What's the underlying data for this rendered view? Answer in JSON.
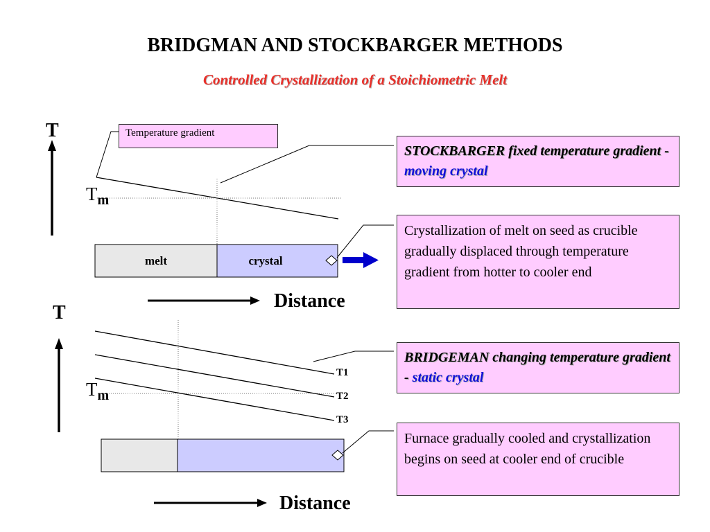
{
  "title": "BRIDGMAN AND STOCKBARGER METHODS",
  "subtitle": "Controlled Crystallization of a Stoichiometric Melt",
  "top_diagram": {
    "axis_label": "T",
    "tm_main": "T",
    "tm_sub": "m",
    "gradient_label": "Temperature gradient",
    "melt_label": "melt",
    "crystal_label": "crystal",
    "distance_label": "Distance"
  },
  "bottom_diagram": {
    "axis_label": "T",
    "tm_main": "T",
    "tm_sub": "m",
    "line_labels": [
      "T1",
      "T2",
      "T3"
    ],
    "distance_label": "Distance"
  },
  "callouts": {
    "stockbarger_prefix": "STOCKBARGER fixed temperature gradient - ",
    "stockbarger_highlight": "moving crystal",
    "stockbarger_desc": "Crystallization of melt on seed as crucible gradually displaced through temperature gradient from hotter to cooler end",
    "bridgeman_prefix": "BRIDGEMAN changing temperature gradient - ",
    "bridgeman_highlight": "static crystal",
    "bridgeman_desc": "Furnace gradually cooled and crystallization begins on seed at cooler end of crucible"
  },
  "colors": {
    "subtitle": "#e8302a",
    "callout_fill": "#ffccff",
    "melt_fill": "#e8e8e8",
    "crystal_fill": "#ccccff",
    "arrow_blue": "#0000cc",
    "highlight_blue": "#1010d8"
  }
}
